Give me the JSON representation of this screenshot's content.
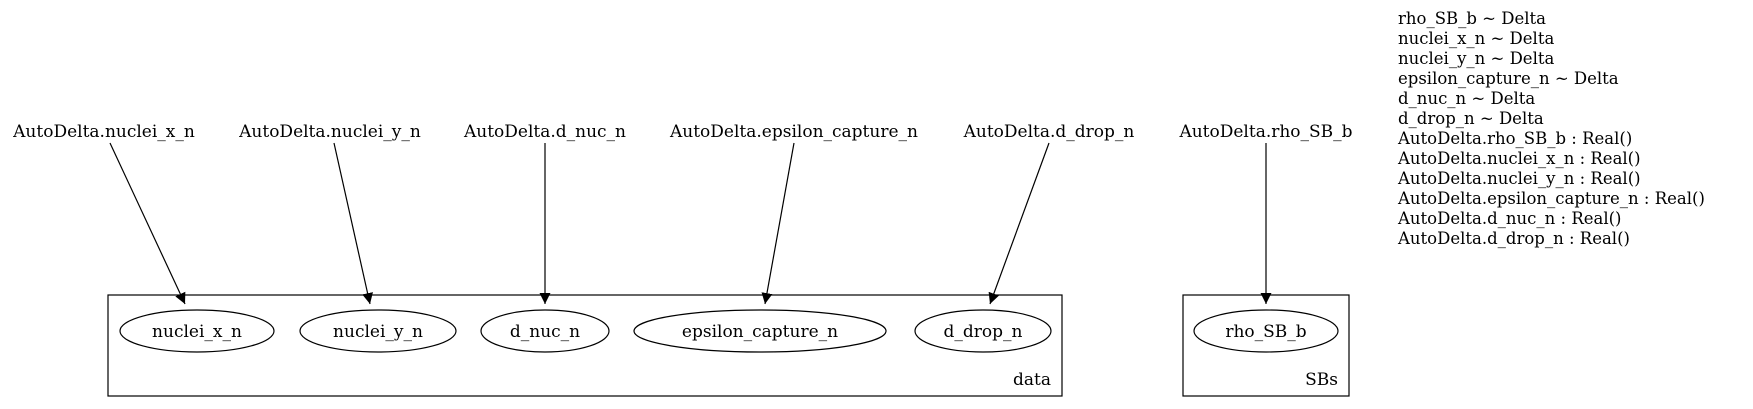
{
  "graph": {
    "params": [
      {
        "id": "p_nuclei_x",
        "label": "AutoDelta.nuclei_x_n"
      },
      {
        "id": "p_nuclei_y",
        "label": "AutoDelta.nuclei_y_n"
      },
      {
        "id": "p_d_nuc",
        "label": "AutoDelta.d_nuc_n"
      },
      {
        "id": "p_epsilon",
        "label": "AutoDelta.epsilon_capture_n"
      },
      {
        "id": "p_d_drop",
        "label": "AutoDelta.d_drop_n"
      },
      {
        "id": "p_rho",
        "label": "AutoDelta.rho_SB_b"
      }
    ],
    "plates": [
      {
        "id": "plate_data",
        "label": "data"
      },
      {
        "id": "plate_sbs",
        "label": "SBs"
      }
    ],
    "nodes": [
      {
        "id": "n_nuclei_x",
        "label": "nuclei_x_n",
        "plate": "plate_data"
      },
      {
        "id": "n_nuclei_y",
        "label": "nuclei_y_n",
        "plate": "plate_data"
      },
      {
        "id": "n_d_nuc",
        "label": "d_nuc_n",
        "plate": "plate_data"
      },
      {
        "id": "n_epsilon",
        "label": "epsilon_capture_n",
        "plate": "plate_data"
      },
      {
        "id": "n_d_drop",
        "label": "d_drop_n",
        "plate": "plate_data"
      },
      {
        "id": "n_rho",
        "label": "rho_SB_b",
        "plate": "plate_sbs"
      }
    ],
    "edges": [
      {
        "from": "p_nuclei_x",
        "to": "n_nuclei_x"
      },
      {
        "from": "p_nuclei_y",
        "to": "n_nuclei_y"
      },
      {
        "from": "p_d_nuc",
        "to": "n_d_nuc"
      },
      {
        "from": "p_epsilon",
        "to": "n_epsilon"
      },
      {
        "from": "p_d_drop",
        "to": "n_d_drop"
      },
      {
        "from": "p_rho",
        "to": "n_rho"
      }
    ]
  },
  "legend": [
    "rho_SB_b ~ Delta",
    "nuclei_x_n ~ Delta",
    "nuclei_y_n ~ Delta",
    "epsilon_capture_n ~ Delta",
    "d_nuc_n ~ Delta",
    "d_drop_n ~ Delta",
    "AutoDelta.rho_SB_b : Real()",
    "AutoDelta.nuclei_x_n : Real()",
    "AutoDelta.nuclei_y_n : Real()",
    "AutoDelta.epsilon_capture_n : Real()",
    "AutoDelta.d_nuc_n : Real()",
    "AutoDelta.d_drop_n : Real()"
  ]
}
